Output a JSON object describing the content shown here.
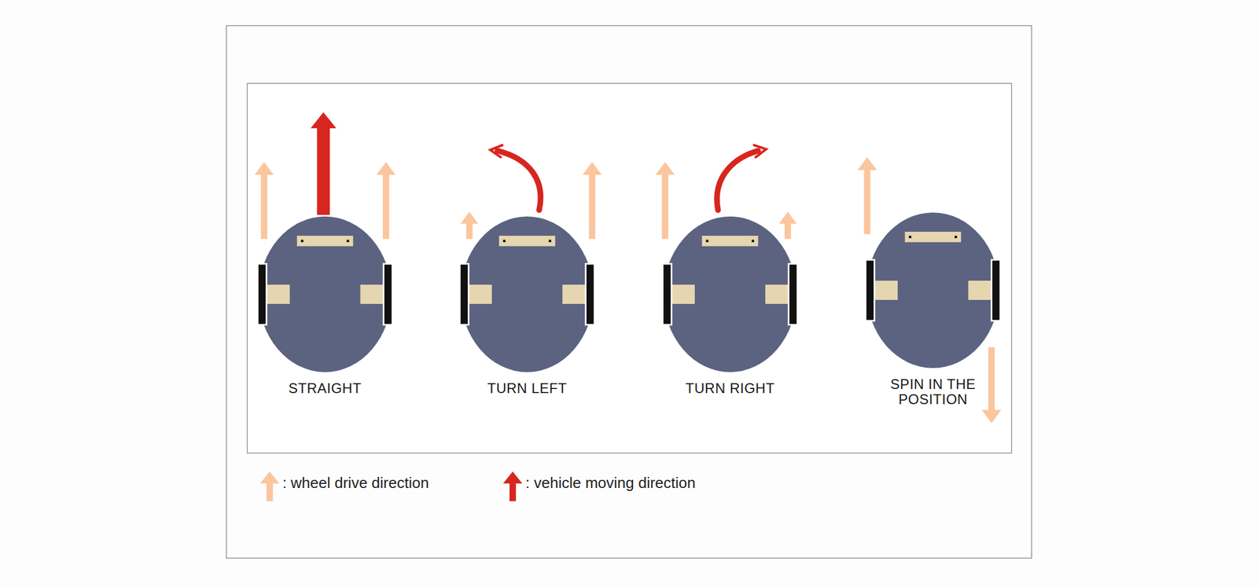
{
  "diagram": {
    "labels": [
      "STRAIGHT",
      "TURN LEFT",
      "TURN RIGHT",
      "SPIN IN THE POSITION"
    ],
    "legend": [
      {
        "text": ": wheel drive direction"
      },
      {
        "text": ": vehicle moving direction"
      }
    ]
  }
}
